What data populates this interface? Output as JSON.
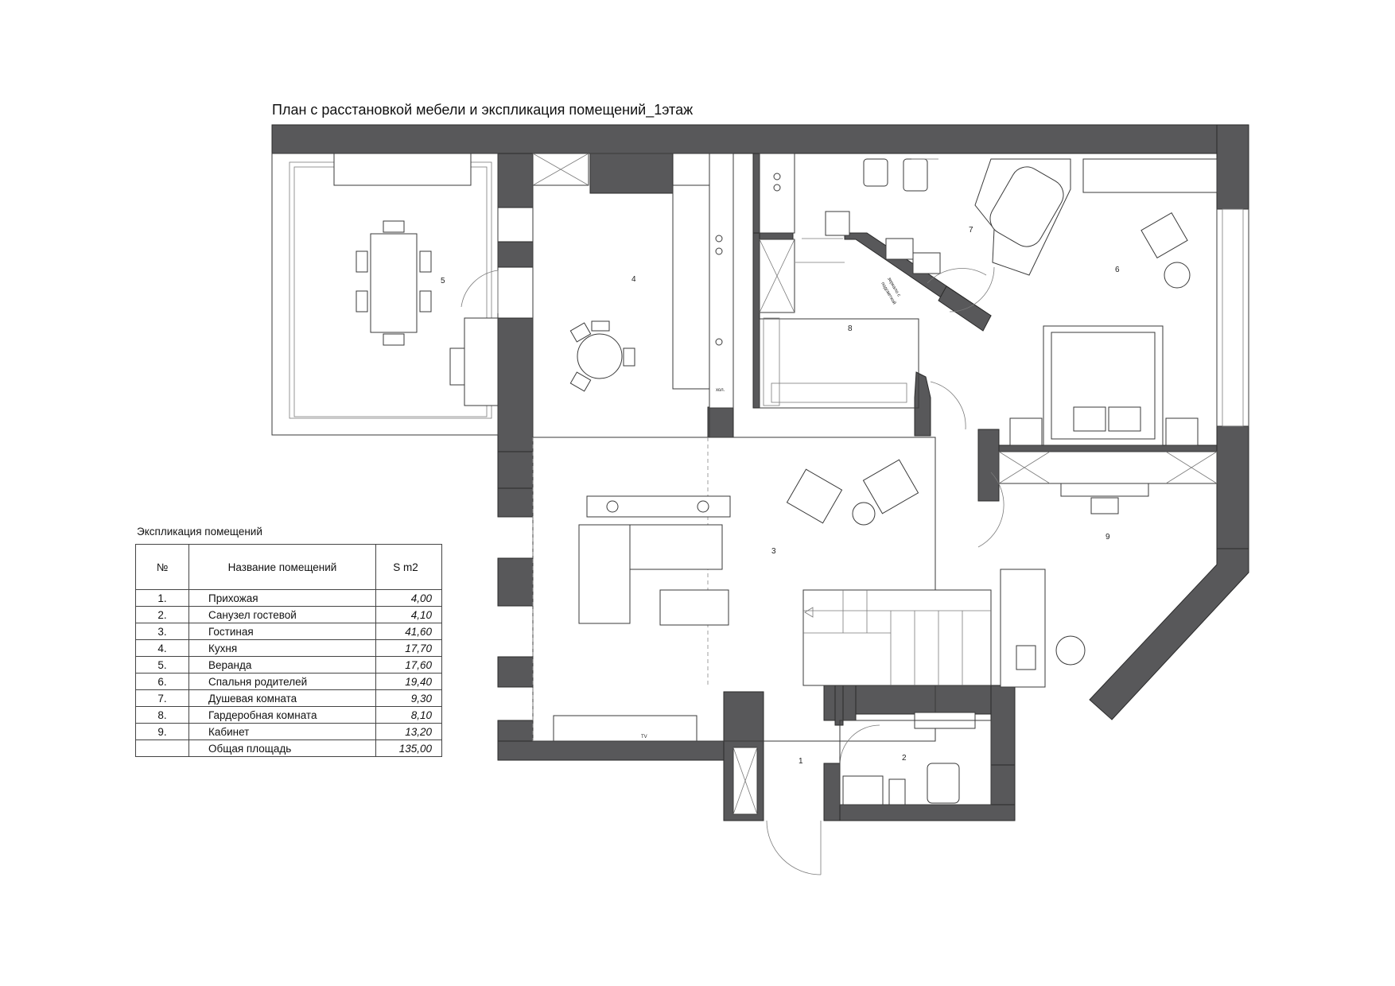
{
  "title": "План с расстановкой мебели и экспликация помещений_1этаж",
  "explication": {
    "title": "Экспликация помещений",
    "headers": {
      "num": "№",
      "name": "Название помещений",
      "area": "S m2"
    },
    "rows": [
      {
        "num": "1.",
        "name": "Прихожая",
        "area": "4,00"
      },
      {
        "num": "2.",
        "name": "Санузел гостевой",
        "area": "4,10"
      },
      {
        "num": "3.",
        "name": "Гостиная",
        "area": "41,60"
      },
      {
        "num": "4.",
        "name": "Кухня",
        "area": "17,70"
      },
      {
        "num": "5.",
        "name": "Веранда",
        "area": "17,60"
      },
      {
        "num": "6.",
        "name": "Спальня родителей",
        "area": "19,40"
      },
      {
        "num": "7.",
        "name": "Душевая комната",
        "area": "9,30"
      },
      {
        "num": "8.",
        "name": "Гардеробная комната",
        "area": "8,10"
      },
      {
        "num": "9.",
        "name": "Кабинет",
        "area": "13,20"
      }
    ],
    "total": {
      "num": "",
      "name": "Общая площадь",
      "area": "135,00"
    }
  },
  "room_labels": {
    "r1": "1",
    "r2": "2",
    "r3": "3",
    "r4": "4",
    "r5": "5",
    "r6": "6",
    "r7": "7",
    "r8": "8",
    "r9": "9"
  },
  "annotations": {
    "fridge": "хол.",
    "tv": "TV",
    "mirror_line1": "зеркало с",
    "mirror_line2": "подсветкой"
  },
  "colors": {
    "wall": "#58585a",
    "line": "#3a3a3a",
    "background": "#ffffff"
  }
}
